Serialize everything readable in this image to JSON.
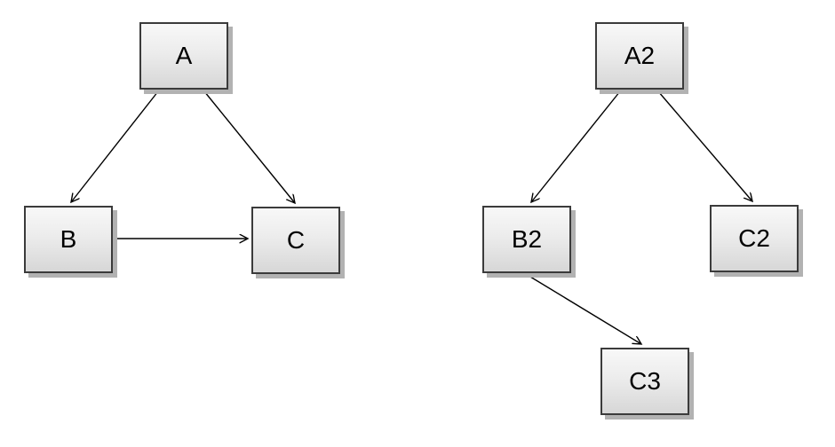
{
  "canvas": {
    "background_color": "#ffffff"
  },
  "node_style": {
    "fill_top_color": "#f8f8f8",
    "fill_bottom_color": "#d7d7d7",
    "border_color": "#3b3b3b",
    "shadow_color": "#b2b2b2",
    "text_color": "#000000"
  },
  "edge_style": {
    "line_color": "#000000",
    "arrowhead": "open-v"
  },
  "diagrams": [
    {
      "name": "left-graph",
      "nodes": [
        {
          "id": "A",
          "label": "A"
        },
        {
          "id": "B",
          "label": "B"
        },
        {
          "id": "C",
          "label": "C"
        }
      ],
      "edges": [
        {
          "from": "A",
          "to": "B"
        },
        {
          "from": "A",
          "to": "C"
        },
        {
          "from": "B",
          "to": "C"
        }
      ]
    },
    {
      "name": "right-graph",
      "nodes": [
        {
          "id": "A2",
          "label": "A2"
        },
        {
          "id": "B2",
          "label": "B2"
        },
        {
          "id": "C2",
          "label": "C2"
        },
        {
          "id": "C3",
          "label": "C3"
        }
      ],
      "edges": [
        {
          "from": "A2",
          "to": "B2"
        },
        {
          "from": "A2",
          "to": "C2"
        },
        {
          "from": "B2",
          "to": "C3"
        }
      ]
    }
  ]
}
